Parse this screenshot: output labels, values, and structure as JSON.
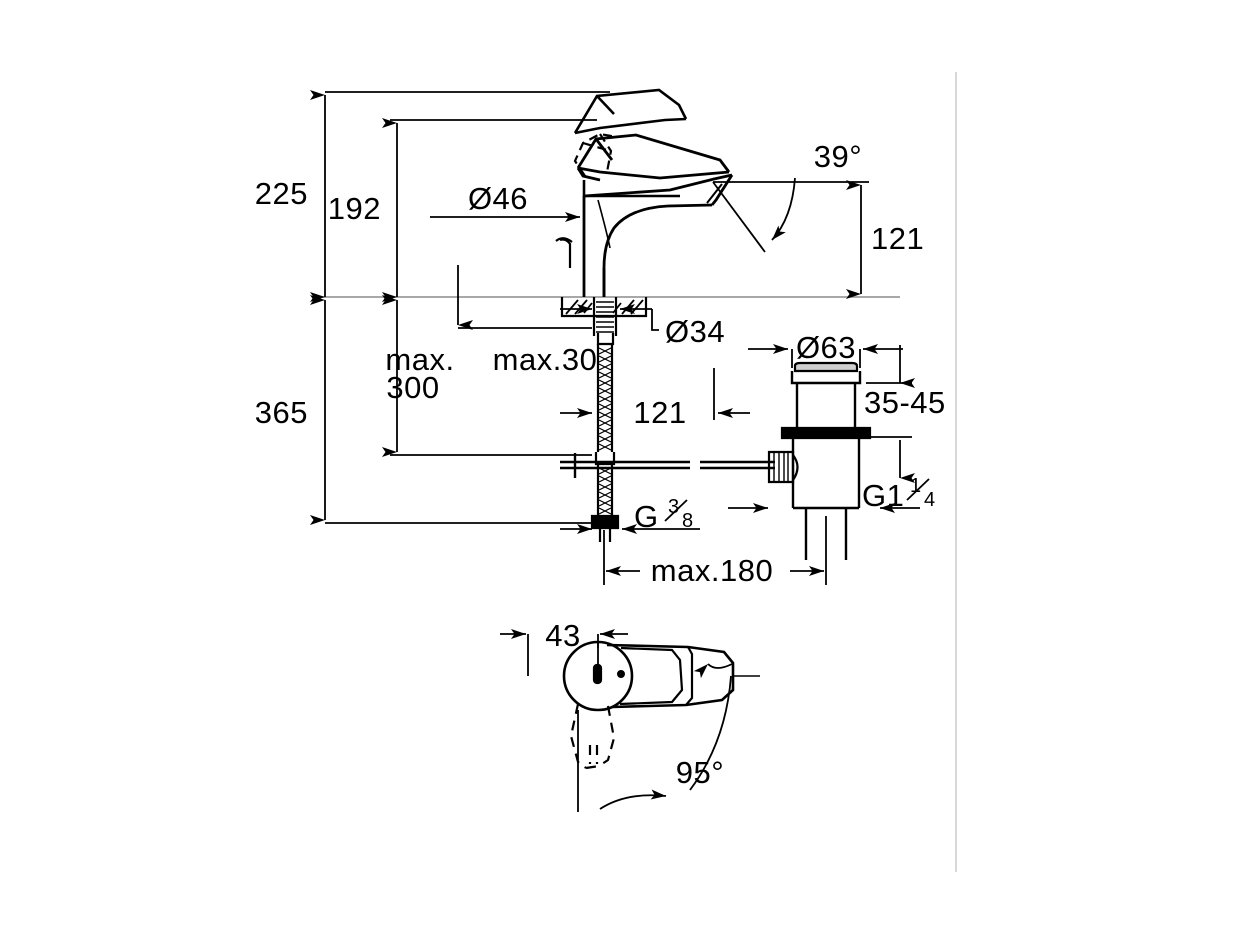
{
  "drawing": {
    "type": "technical-dimension-drawing",
    "subject": "single-lever basin mixer faucet with pop-up waste set",
    "units": "mm",
    "background_color": "#ffffff",
    "line_color": "#000000",
    "thin_line_color": "#9a9a9a",
    "views": [
      {
        "id": "elevation",
        "label": "side elevation"
      },
      {
        "id": "plan",
        "label": "top plan view"
      }
    ],
    "dimensions": {
      "total_height_above_deck": "225",
      "spout_height": "192",
      "body_diameter": "Ø46",
      "spray_angle": "39°",
      "spout_reach_height": "121",
      "below_deck_total": "365",
      "max_supply_length": "max.\n300",
      "max_deck_thickness": "max.30",
      "shank_diameter": "Ø34",
      "drain_flange_diameter": "Ø63",
      "drain_depth_range": "35-45",
      "center_to_center": "121",
      "supply_thread": "G",
      "supply_thread_num": "3",
      "supply_thread_den": "8",
      "waste_thread": "G1",
      "waste_thread_num": "1",
      "waste_thread_den": "4",
      "max_spread": "max.180",
      "handle_width": "43",
      "swivel_angle": "95°"
    },
    "labels": {
      "h225": "225",
      "h192": "192",
      "d46": "Ø46",
      "a39": "39°",
      "h121": "121",
      "h365": "365",
      "max300_line1": "max.",
      "max300_line2": "300",
      "max30": "max.30",
      "d34": "Ø34",
      "d63": "Ø63",
      "r3545": "35-45",
      "c121": "121",
      "g38_g": "G",
      "g38_num": "3",
      "g38_den": "8",
      "g114_g": "G1",
      "g114_num": "1",
      "g114_den": "4",
      "max180": "max.180",
      "w43": "43",
      "a95": "95°"
    }
  }
}
